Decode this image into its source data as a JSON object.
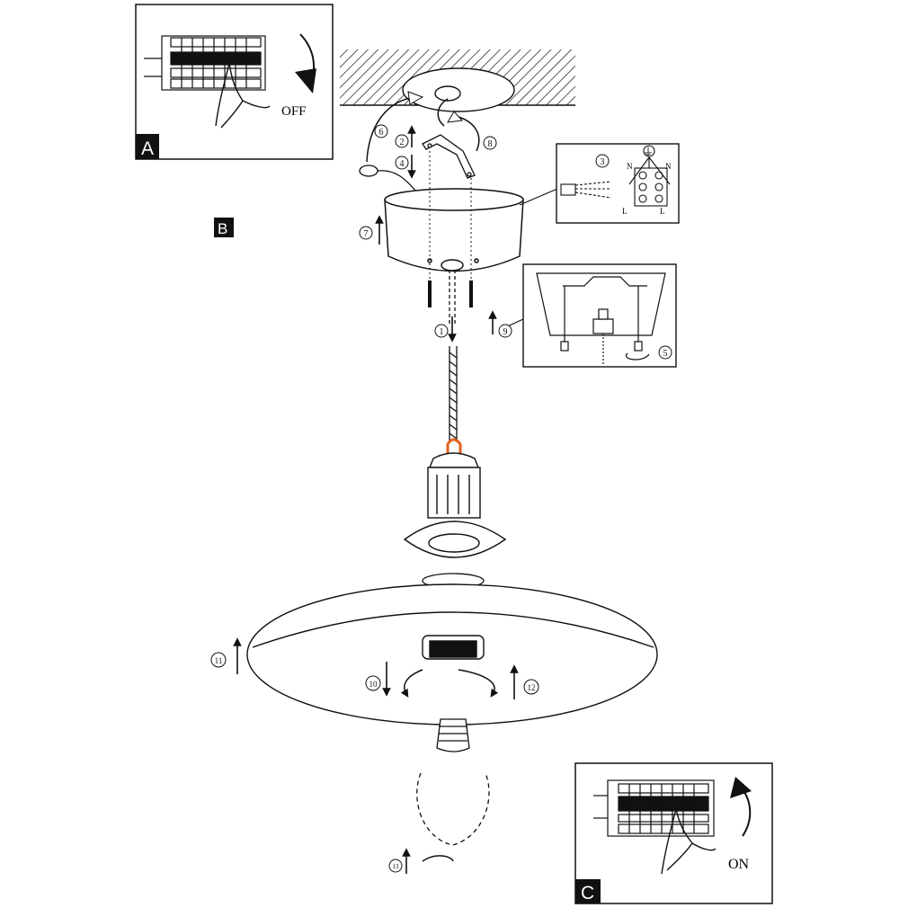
{
  "panels": {
    "a": {
      "tag": "A",
      "state_label": "OFF"
    },
    "b": {
      "tag": "B"
    },
    "c": {
      "tag": "C",
      "state_label": "ON"
    }
  },
  "steps": {
    "s1": "1",
    "s2": "2",
    "s3": "3",
    "s4": "4",
    "s5": "5",
    "s6": "6",
    "s7": "7",
    "s8": "8",
    "s9": "9",
    "s10": "10",
    "s11": "11",
    "s12": "12",
    "s13": "13"
  },
  "wiring": {
    "n_top": "N",
    "n_right": "N",
    "l_left": "L",
    "l_right": "L",
    "earth": "⏚"
  },
  "colors": {
    "line": "#111111",
    "accent": "#e2621b",
    "tag_bg": "#111111",
    "tag_text": "#ffffff"
  }
}
